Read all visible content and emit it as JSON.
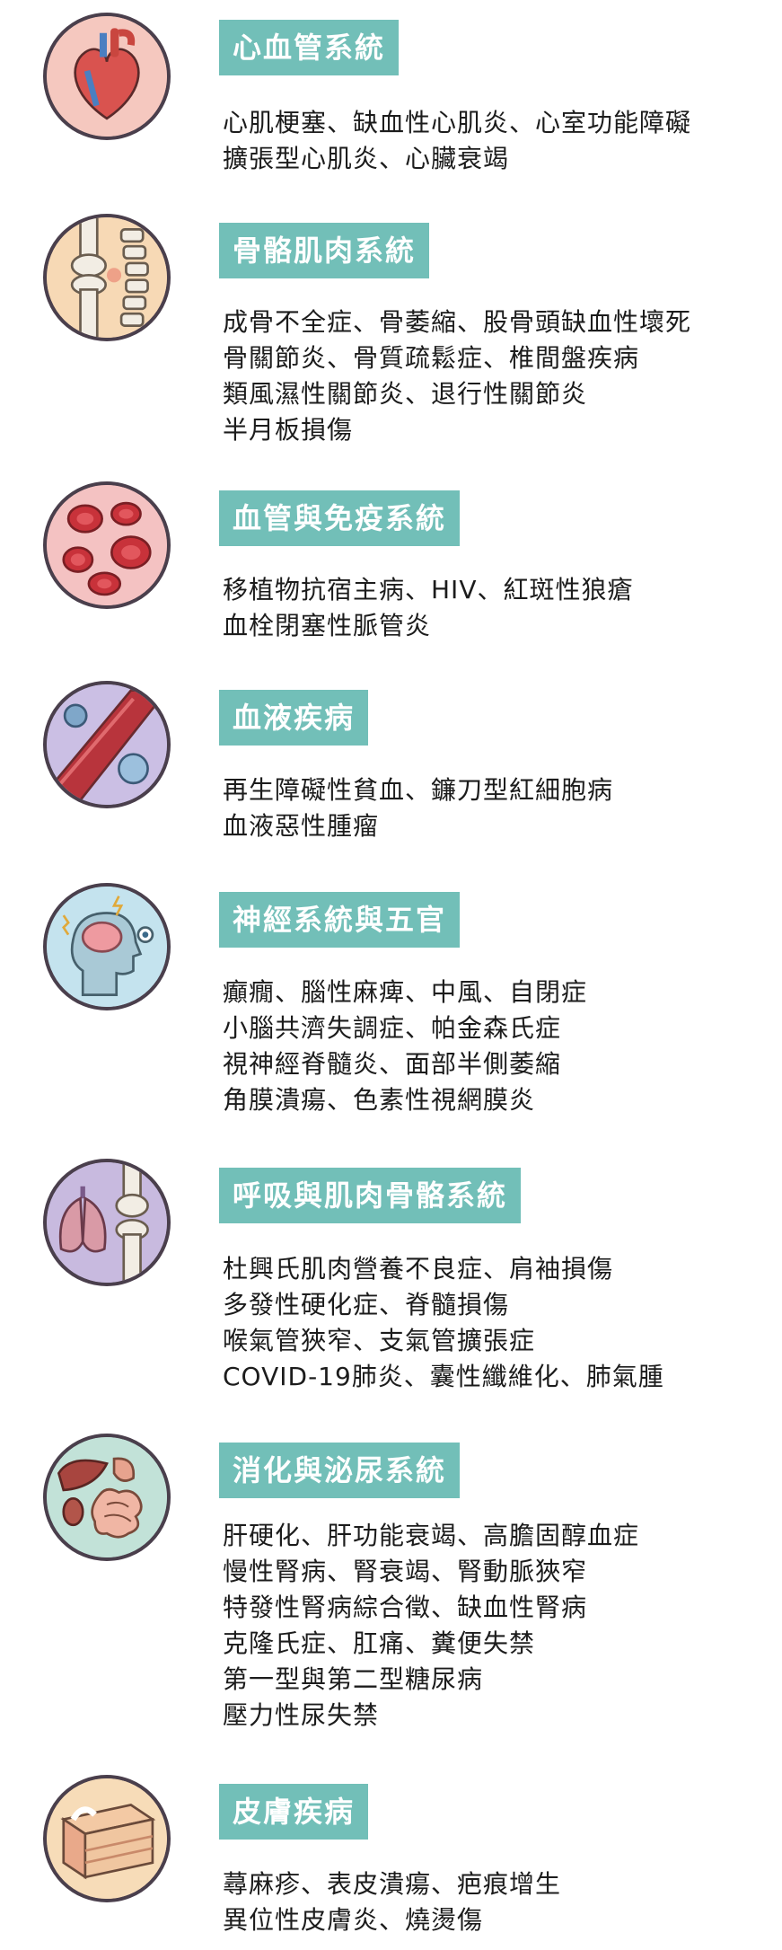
{
  "sections": [
    {
      "icon": "heart-icon",
      "title": "心血管系統",
      "items": [
        "心肌梗塞、缺血性心肌炎、心室功能障礙",
        "擴張型心肌炎、心臟衰竭"
      ]
    },
    {
      "icon": "bone-joint-icon",
      "title": "骨骼肌肉系統",
      "items": [
        "成骨不全症、骨萎縮、股骨頭缺血性壞死",
        "骨關節炎、骨質疏鬆症、椎間盤疾病",
        "類風濕性關節炎、退行性關節炎",
        "半月板損傷"
      ]
    },
    {
      "icon": "blood-cells-icon",
      "title": "血管與免疫系統",
      "items": [
        "移植物抗宿主病、HIV、紅斑性狼瘡",
        "血栓閉塞性脈管炎"
      ]
    },
    {
      "icon": "blood-vessel-icon",
      "title": "血液疾病",
      "items": [
        "再生障礙性貧血、鐮刀型紅細胞病",
        "血液惡性腫瘤"
      ]
    },
    {
      "icon": "brain-head-icon",
      "title": "神經系統與五官",
      "items": [
        "癲癇、腦性麻痺、中風、自閉症",
        "小腦共濟失調症、帕金森氏症",
        "視神經脊髓炎、面部半側萎縮",
        "角膜潰瘍、色素性視網膜炎"
      ]
    },
    {
      "icon": "lungs-bone-icon",
      "title": "呼吸與肌肉骨骼系統",
      "items": [
        "杜興氏肌肉營養不良症、肩袖損傷",
        "多發性硬化症、脊髓損傷",
        "喉氣管狹窄、支氣管擴張症",
        "COVID-19肺炎、囊性纖維化、肺氣腫"
      ]
    },
    {
      "icon": "digestive-organs-icon",
      "title": "消化與泌尿系統",
      "items": [
        "肝硬化、肝功能衰竭、高膽固醇血症",
        "慢性腎病、腎衰竭、腎動脈狹窄",
        "特發性腎病綜合徵、缺血性腎病",
        "克隆氏症、肛痛、糞便失禁",
        "第一型與第二型糖尿病",
        "壓力性尿失禁"
      ]
    },
    {
      "icon": "skin-layers-icon",
      "title": "皮膚疾病",
      "items": [
        "蕁麻疹、表皮潰瘍、疤痕增生",
        "異位性皮膚炎、燒燙傷"
      ]
    }
  ]
}
